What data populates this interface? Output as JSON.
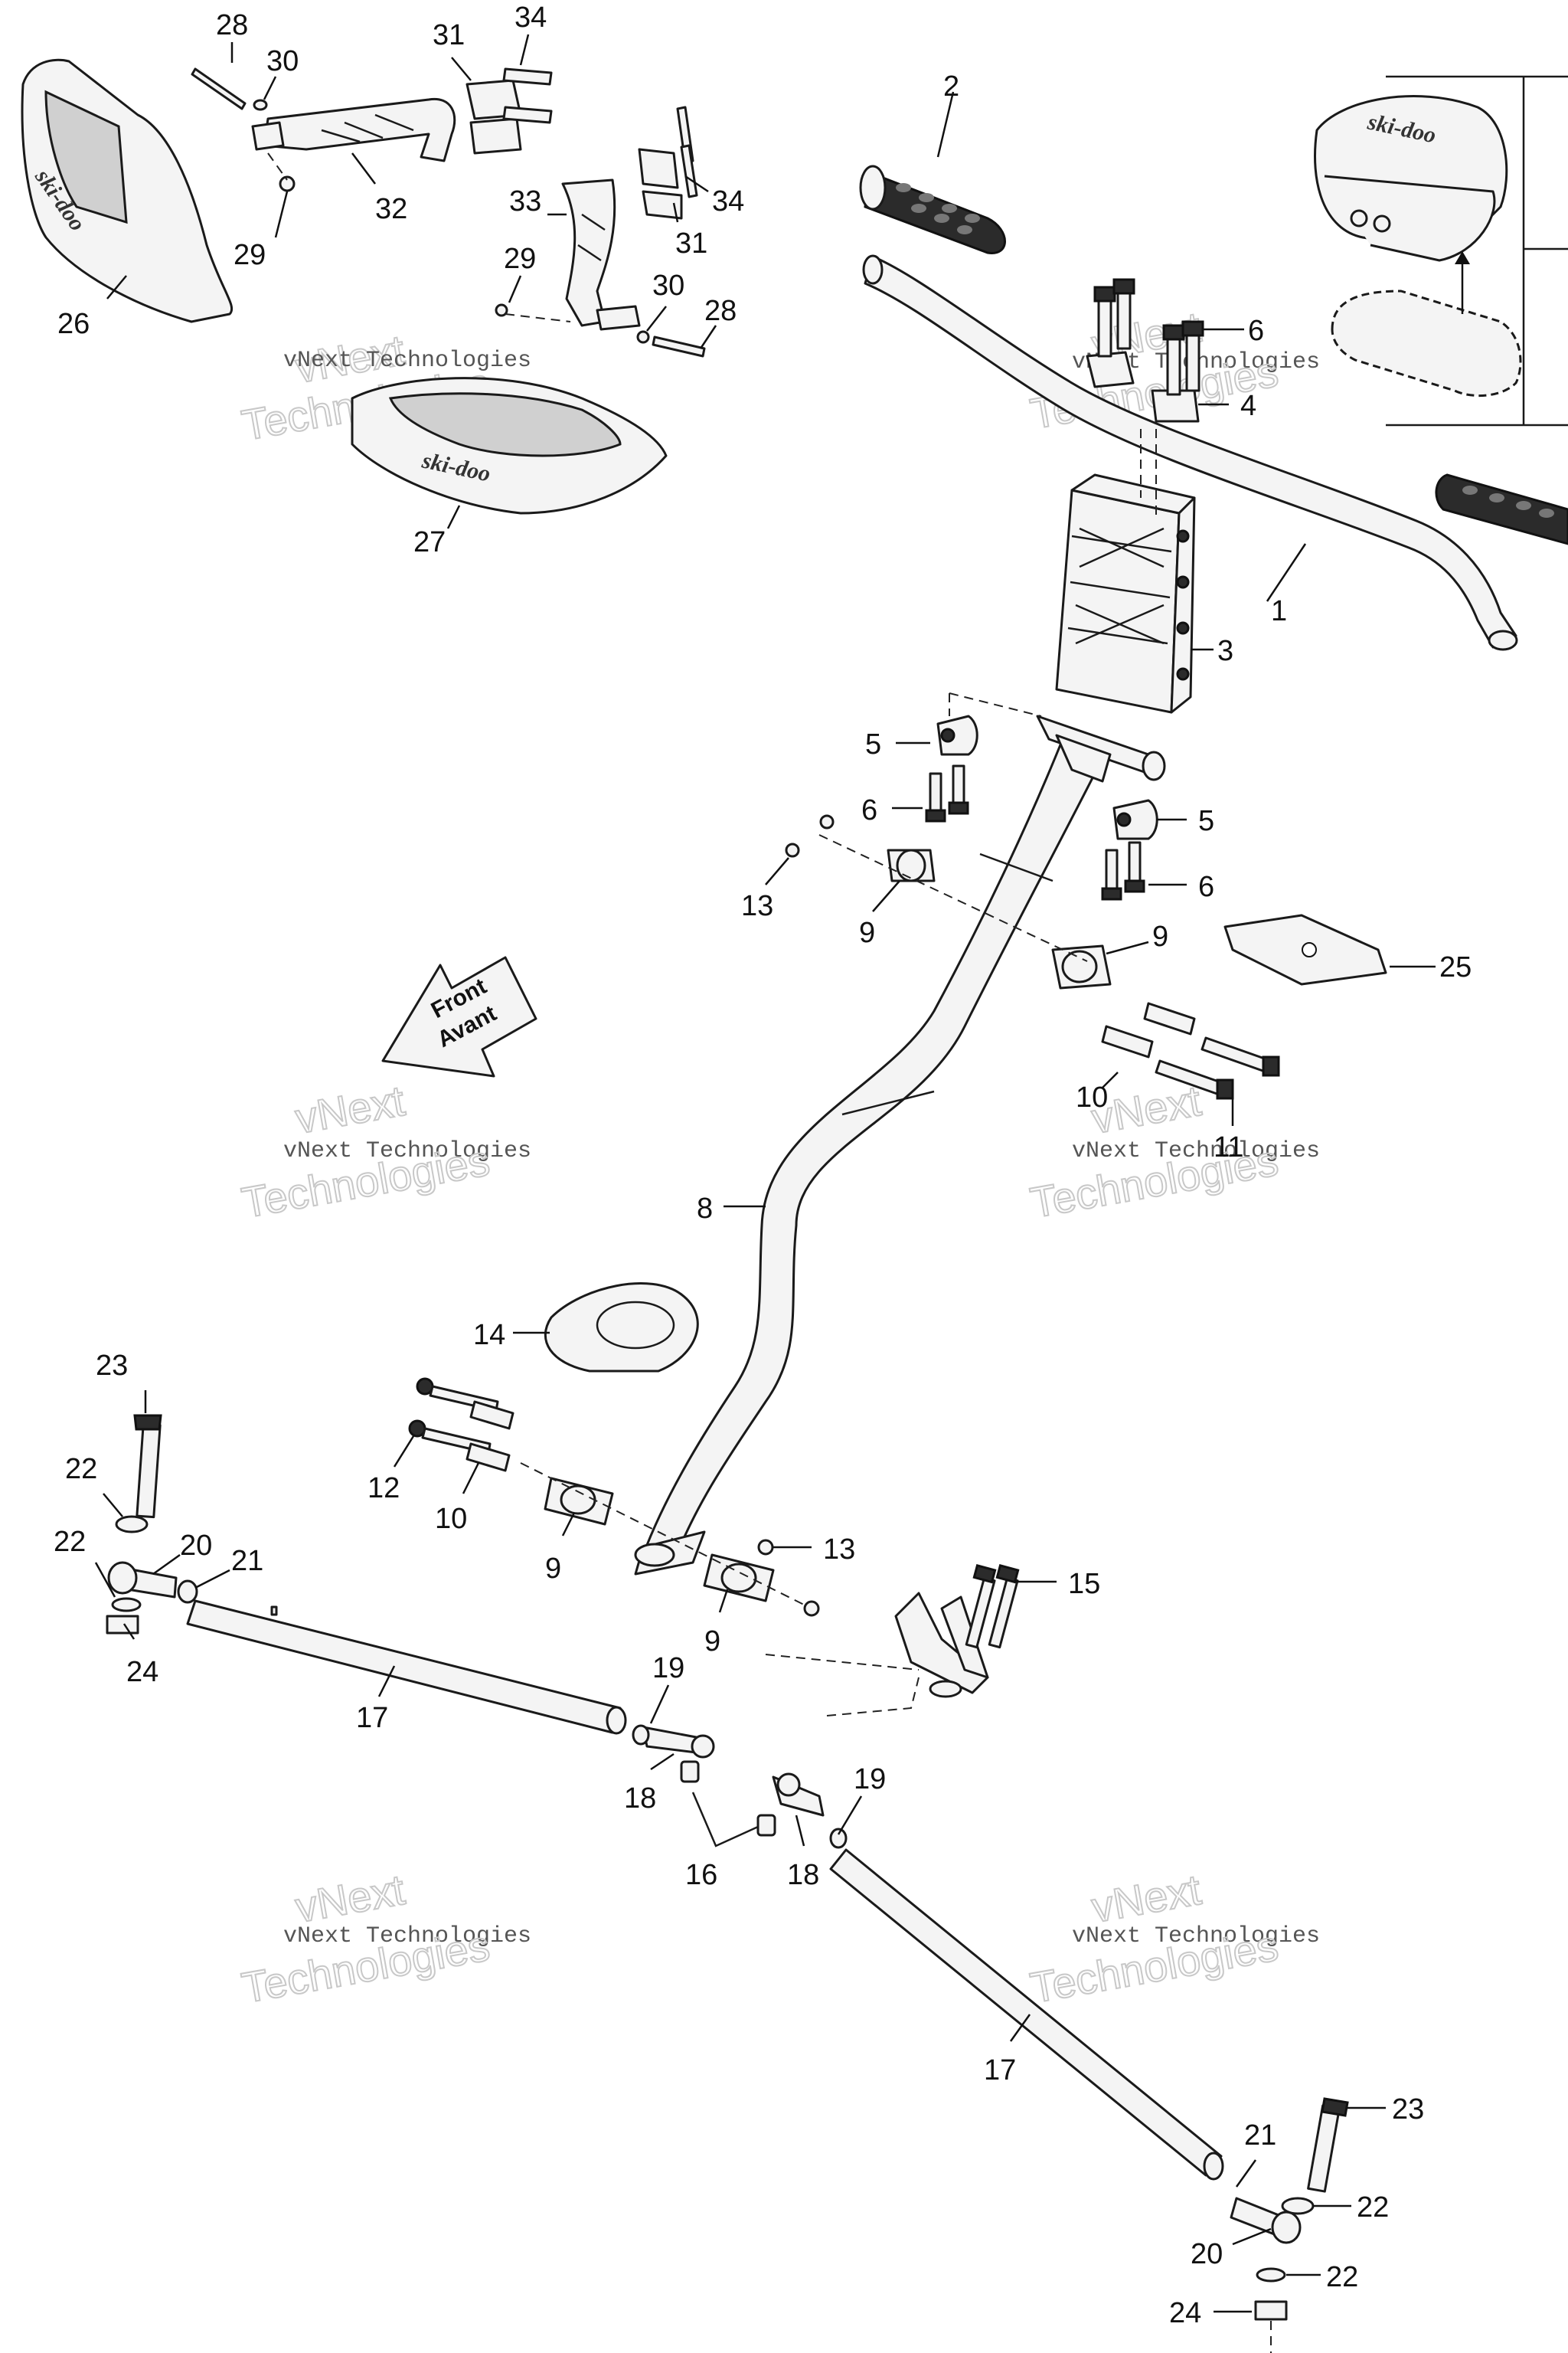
{
  "diagram": {
    "front_arrow": {
      "line1": "Front",
      "line2": "Avant"
    },
    "brand_marks": {
      "deflector_left": "ski-doo",
      "deflector_right": "ski-doo",
      "pad": "ski-doo"
    },
    "watermark": {
      "line1": "vNext Technologies",
      "line2": "vNext",
      "line3": "Technologies"
    },
    "callouts": {
      "c1": "1",
      "c2": "2",
      "c3": "3",
      "c4": "4",
      "c5a": "5",
      "c5b": "5",
      "c6a": "6",
      "c6b": "6",
      "c6c": "6",
      "c8": "8",
      "c9a": "9",
      "c9b": "9",
      "c9c": "9",
      "c9d": "9",
      "c10a": "10",
      "c10b": "10",
      "c11": "11",
      "c12": "12",
      "c13a": "13",
      "c13b": "13",
      "c14": "14",
      "c15": "15",
      "c16": "16",
      "c17a": "17",
      "c17b": "17",
      "c18a": "18",
      "c18b": "18",
      "c19a": "19",
      "c19b": "19",
      "c20a": "20",
      "c20b": "20",
      "c21a": "21",
      "c21b": "21",
      "c22a": "22",
      "c22b": "22",
      "c22c": "22",
      "c22d": "22",
      "c23a": "23",
      "c23b": "23",
      "c24a": "24",
      "c24b": "24",
      "c25": "25",
      "c26": "26",
      "c27": "27",
      "c28a": "28",
      "c28b": "28",
      "c29a": "29",
      "c29b": "29",
      "c30a": "30",
      "c30b": "30",
      "c31a": "31",
      "c31b": "31",
      "c32": "32",
      "c33": "33",
      "c34a": "34",
      "c34b": "34"
    }
  }
}
